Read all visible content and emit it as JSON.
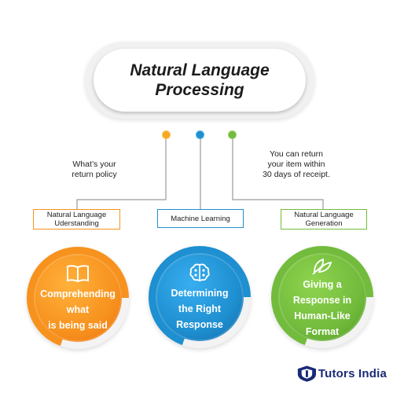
{
  "title": {
    "line1": "Natural Language",
    "line2": "Processing"
  },
  "notes": {
    "left": {
      "line1": "What’s your",
      "line2": "return policy"
    },
    "right": {
      "line1": "You can return",
      "line2": "your item within",
      "line3": "30 days of receipt."
    }
  },
  "branches": [
    {
      "label": {
        "line1": "Natural Language",
        "line2": "Uderstanding"
      },
      "icon": "book-icon",
      "text": {
        "line1": "Comprehending",
        "line2": "what",
        "line3": "is being said"
      },
      "color": "#f7921e"
    },
    {
      "label": {
        "line1": "Machine Learning"
      },
      "icon": "brain-icon",
      "text": {
        "line1": "Determining",
        "line2": "the Right",
        "line3": "Response"
      },
      "color": "#1e8fd0"
    },
    {
      "label": {
        "line1": "Natural Language",
        "line2": "Generation"
      },
      "icon": "leaves-icon",
      "text": {
        "line1": "Giving a",
        "line2": "Response in",
        "line3": "Human-Like",
        "line4": "Format"
      },
      "color": "#72bb3c"
    }
  ],
  "dot_colors": [
    "#f7a823",
    "#1e8fd0",
    "#72bb3c"
  ],
  "logo": {
    "text": "Tutors India",
    "icon": "emblem-icon"
  }
}
